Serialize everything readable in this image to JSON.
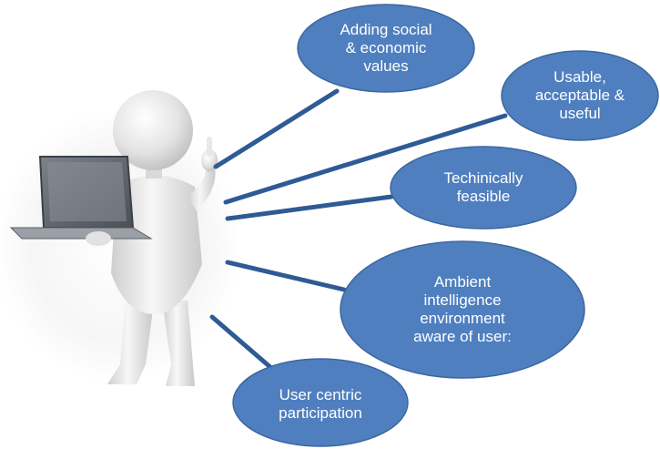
{
  "diagram": {
    "colors": {
      "ellipse_fill": "#4f7fbf",
      "ellipse_stroke": "#3b679f",
      "connector": "#2f5b95",
      "figure": "#e6e6e6",
      "laptop": "#5a5f66"
    },
    "nodes": [
      {
        "id": "social",
        "lines": [
          "Adding social",
          "& economic",
          "values"
        ]
      },
      {
        "id": "usable",
        "lines": [
          "Usable,",
          "acceptable &",
          "useful"
        ]
      },
      {
        "id": "feasible",
        "lines": [
          "Techinically",
          "feasible"
        ]
      },
      {
        "id": "ambient",
        "lines": [
          "Ambient",
          "intelligence",
          "environment",
          "aware of user:"
        ]
      },
      {
        "id": "user",
        "lines": [
          "User centric",
          "participation"
        ]
      }
    ],
    "illustration_icon": "person-with-laptop-icon"
  }
}
